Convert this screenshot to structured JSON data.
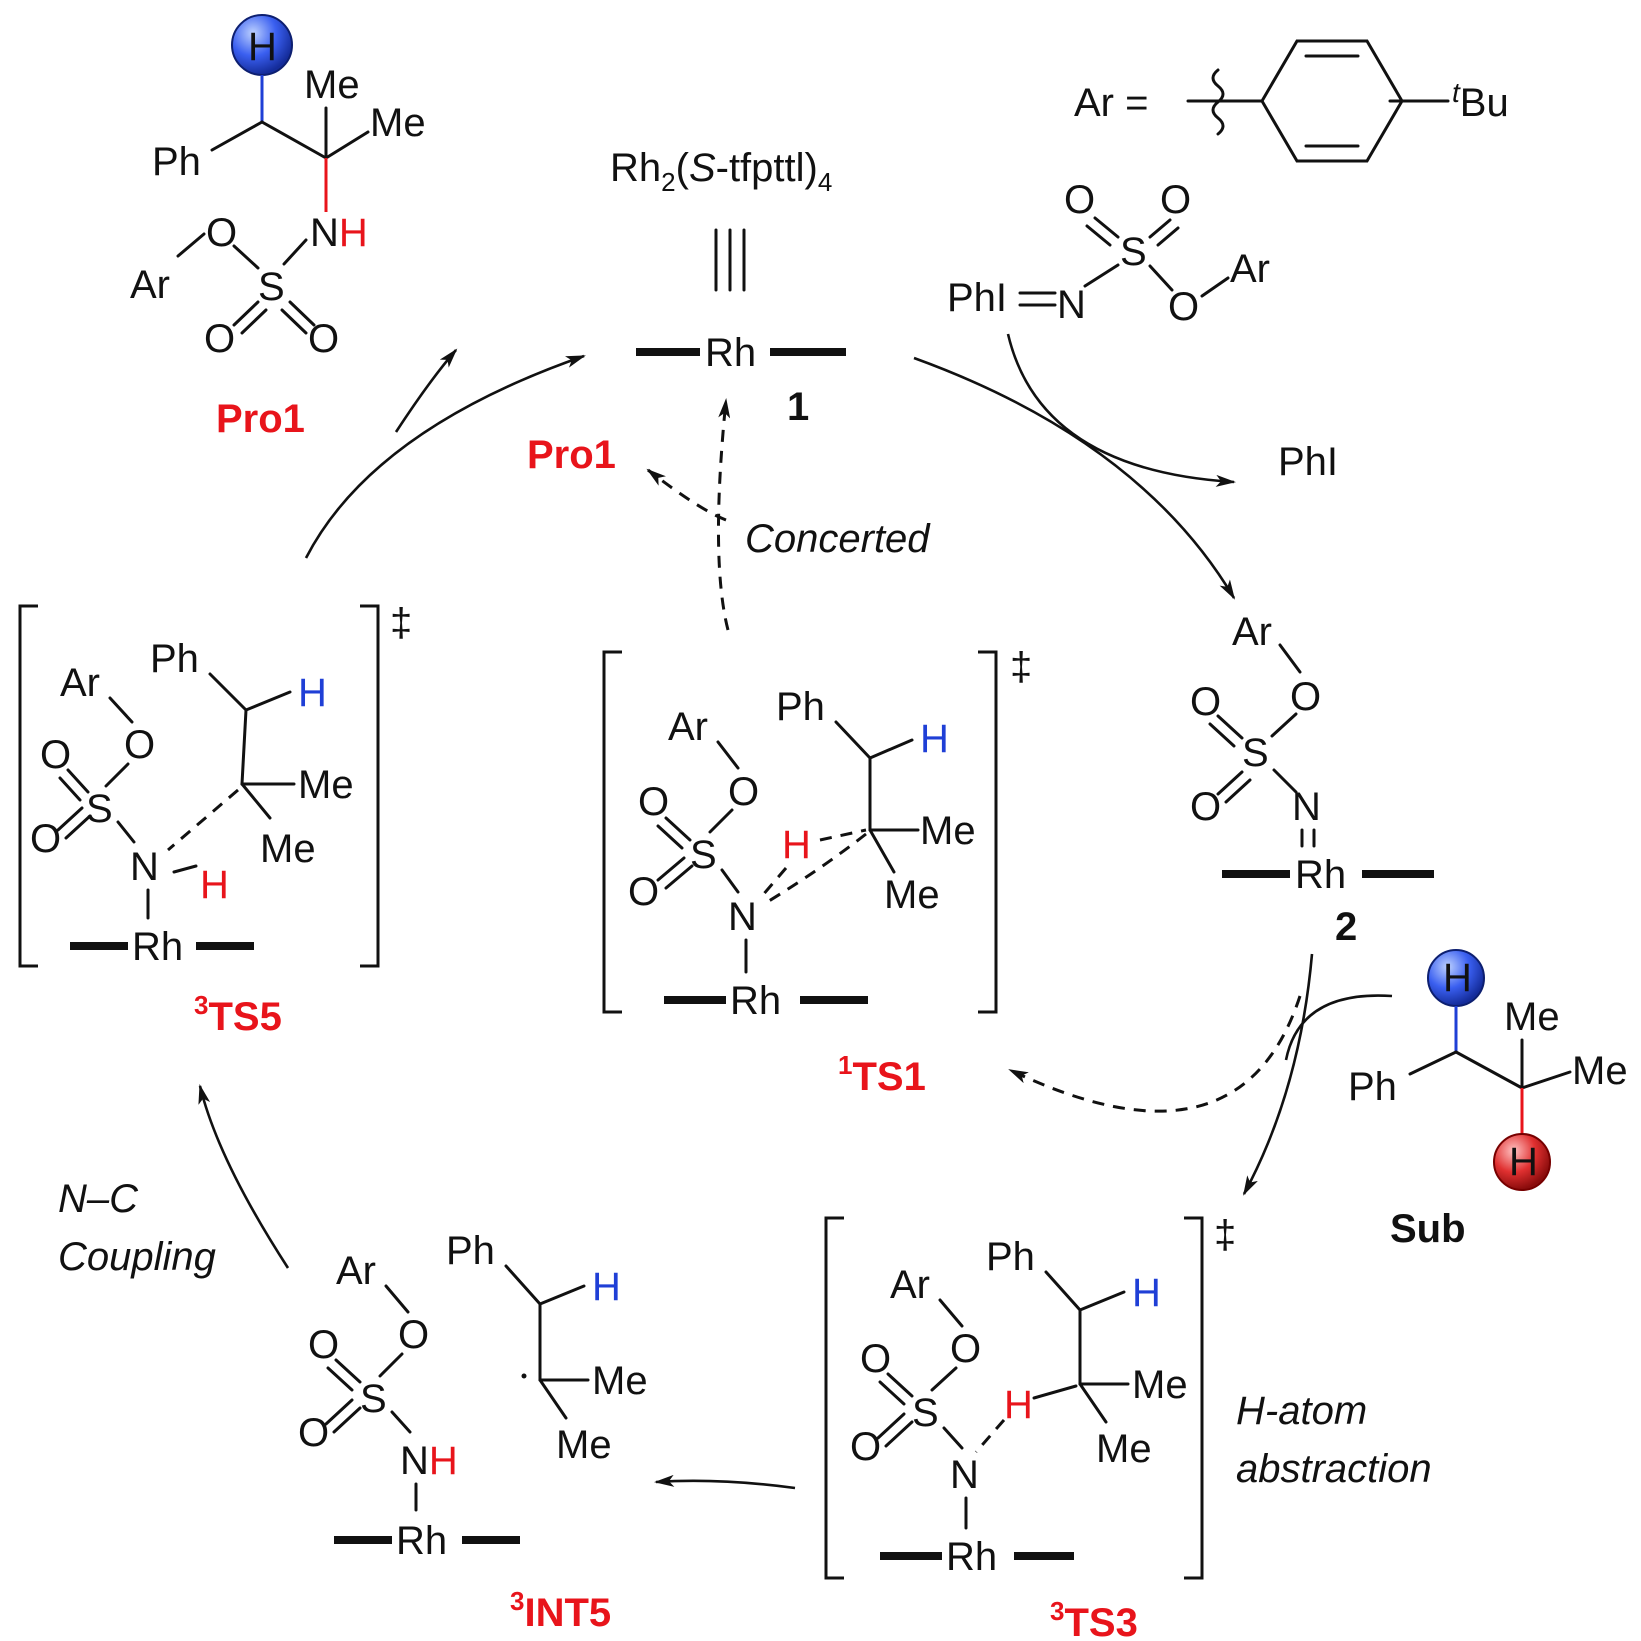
{
  "catalyst": {
    "formula_prefix": "Rh",
    "sub2": "2",
    "paren_open": "(",
    "s": "S",
    "ligand": "-tfpttl)",
    "sub4": "4",
    "triple": "|||"
  },
  "ar_definition": {
    "ar": "Ar =",
    "tbu_t": "t",
    "tbu": "Bu"
  },
  "atoms": {
    "rh": "Rh",
    "ph": "Ph",
    "phi": "PhI",
    "me": "Me",
    "ar": "Ar",
    "o": "O",
    "s": "S",
    "n": "N",
    "h": "H",
    "nh_n": "N",
    "nh_h": "H"
  },
  "labels": {
    "compound1": "1",
    "compound2": "2",
    "pro1_top": "Pro1",
    "pro1_center": "Pro1",
    "ts5": "TS5",
    "ts5_sup": "3",
    "ts1": "TS1",
    "ts1_sup": "1",
    "ts3": "TS3",
    "ts3_sup": "3",
    "int5": "INT5",
    "int5_sup": "3",
    "sub": "Sub",
    "phi_out": "PhI",
    "dagger": "‡"
  },
  "steps": {
    "concerted": "Concerted",
    "nc1": "N–C",
    "nc2": "Coupling",
    "hat1": "H-atom",
    "hat2": "abstraction"
  },
  "colors": {
    "red": "#e8141b",
    "blue": "#1f3fd6",
    "ball_red": "#e03030",
    "ball_blue": "#3a5ff0"
  }
}
